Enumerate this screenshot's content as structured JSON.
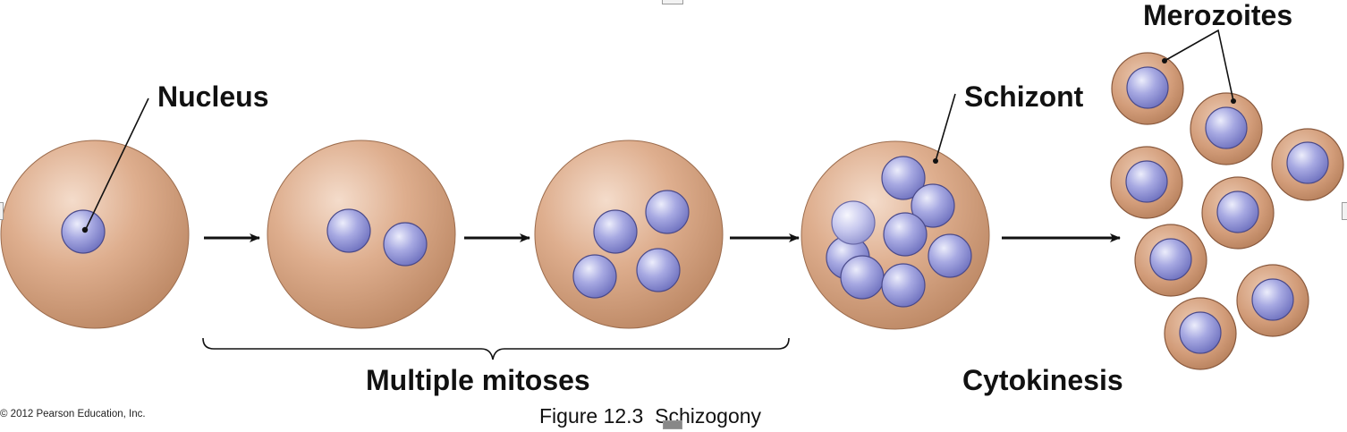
{
  "labels": {
    "nucleus": "Nucleus",
    "schizont": "Schizont",
    "merozoites": "Merozoites",
    "multiple_mitoses": "Multiple mitoses",
    "cytokinesis": "Cytokinesis"
  },
  "caption": "Figure 12.3  Schizogony",
  "copyright": "© 2012 Pearson Education, Inc.",
  "colors": {
    "cell_fill": "#d9a888",
    "cell_edge": "#8a5a3e",
    "nucleus_fill": "#9ea0dc",
    "nucleus_edge": "#4a4a8a",
    "line": "#111111"
  },
  "icons": {
    "arrow": "arrow-right-icon",
    "brace": "brace-icon",
    "resize_handle": "resize-handle-icon"
  }
}
